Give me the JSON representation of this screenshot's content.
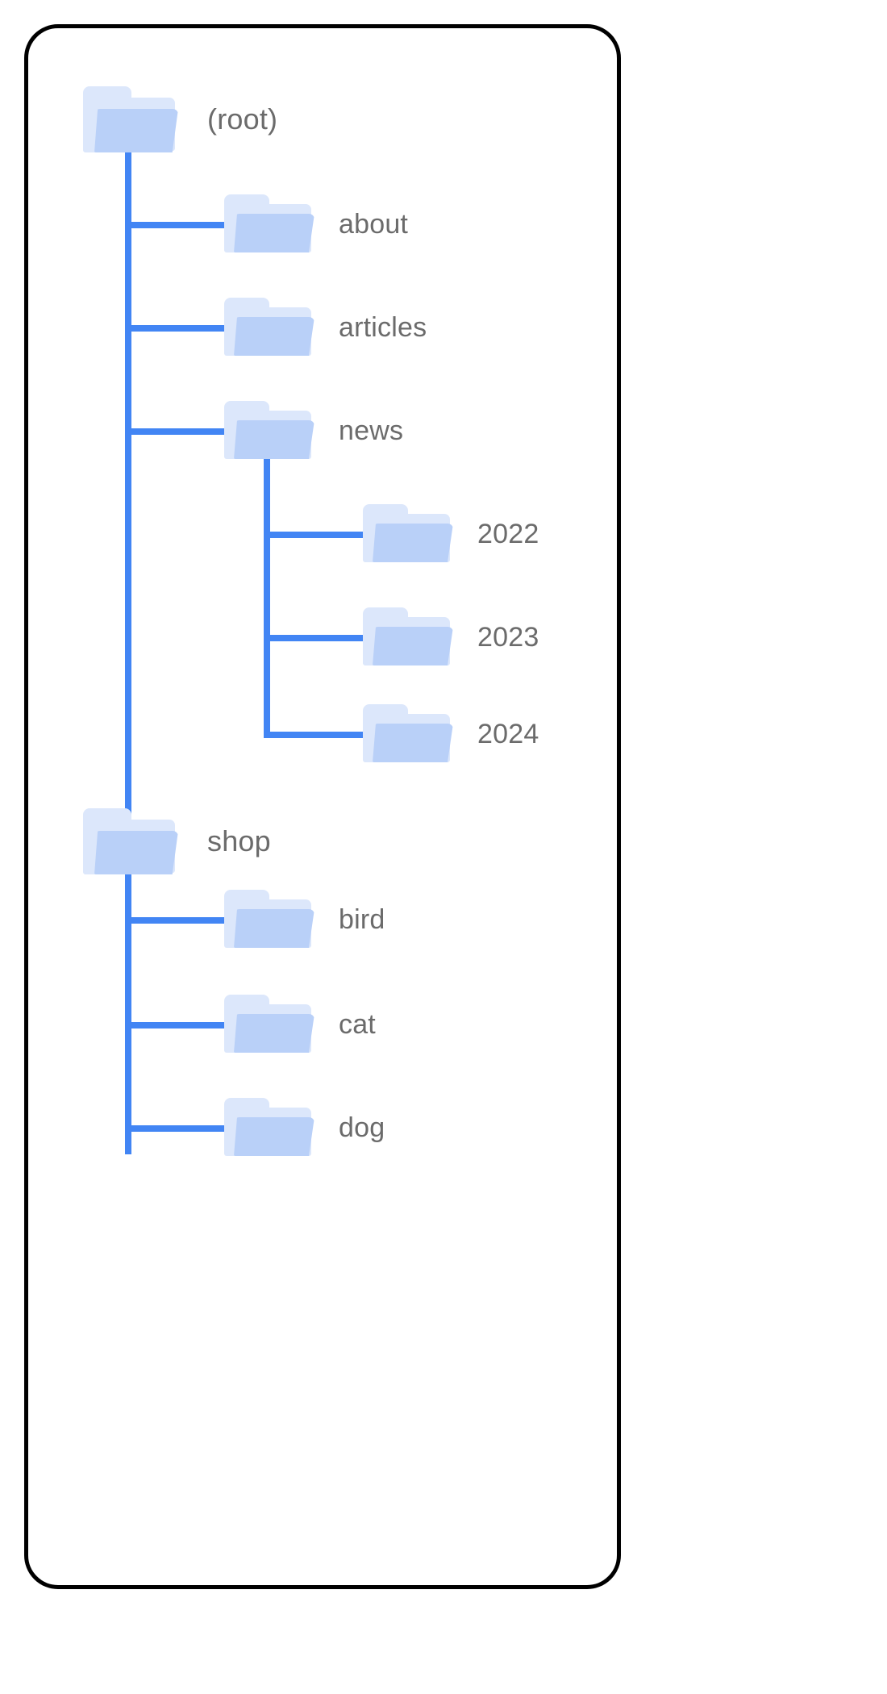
{
  "diagram": {
    "title": "folder-tree",
    "colors": {
      "connector": "#4285f4",
      "folder_front": "#b9d0f8",
      "folder_back": "#dce7fb",
      "label": "#6b6b6b",
      "card_border": "#000000",
      "background": "#ffffff"
    },
    "nodes": [
      {
        "id": "root",
        "label": "(root)",
        "depth": 0,
        "icon": "folder-icon"
      },
      {
        "id": "about",
        "label": "about",
        "depth": 1,
        "icon": "folder-icon"
      },
      {
        "id": "articles",
        "label": "articles",
        "depth": 1,
        "icon": "folder-icon"
      },
      {
        "id": "news",
        "label": "news",
        "depth": 1,
        "icon": "folder-icon"
      },
      {
        "id": "y2022",
        "label": "2022",
        "depth": 2,
        "icon": "folder-icon"
      },
      {
        "id": "y2023",
        "label": "2023",
        "depth": 2,
        "icon": "folder-icon"
      },
      {
        "id": "y2024",
        "label": "2024",
        "depth": 2,
        "icon": "folder-icon"
      },
      {
        "id": "shop",
        "label": "shop",
        "depth": 0,
        "icon": "folder-icon"
      },
      {
        "id": "bird",
        "label": "bird",
        "depth": 1,
        "icon": "folder-icon"
      },
      {
        "id": "cat",
        "label": "cat",
        "depth": 1,
        "icon": "folder-icon"
      },
      {
        "id": "dog",
        "label": "dog",
        "depth": 1,
        "icon": "folder-icon"
      }
    ]
  }
}
